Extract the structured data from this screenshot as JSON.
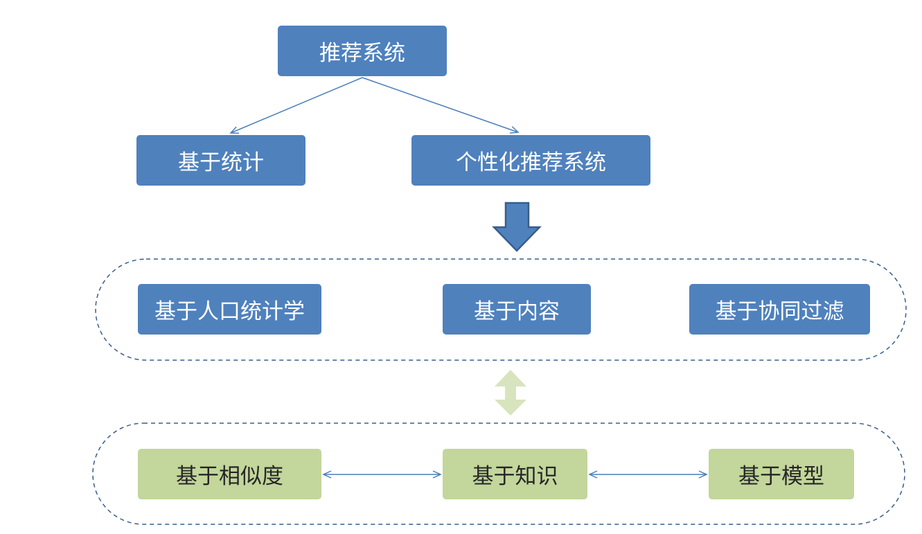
{
  "diagram": {
    "root": {
      "label": "推荐系统"
    },
    "level1": {
      "statistics": {
        "label": "基于统计"
      },
      "personalized": {
        "label": "个性化推荐系统"
      }
    },
    "methods": [
      {
        "label": "基于人口统计学"
      },
      {
        "label": "基于内容"
      },
      {
        "label": "基于协同过滤"
      }
    ],
    "approaches": [
      {
        "label": "基于相似度"
      },
      {
        "label": "基于知识"
      },
      {
        "label": "基于模型"
      }
    ]
  },
  "colors": {
    "node_blue": "#4f81bd",
    "node_green": "#c3d69b",
    "arrow_line": "#4a7ebb",
    "block_arrow_fill": "#4f81bd",
    "block_arrow_border": "#385d8a",
    "double_arrow": "#d7e4bd",
    "group_border": "#385d8a"
  },
  "icons": {
    "down_arrow": "block-down-arrow-icon",
    "vertical_double_arrow": "up-down-arrow-icon"
  }
}
